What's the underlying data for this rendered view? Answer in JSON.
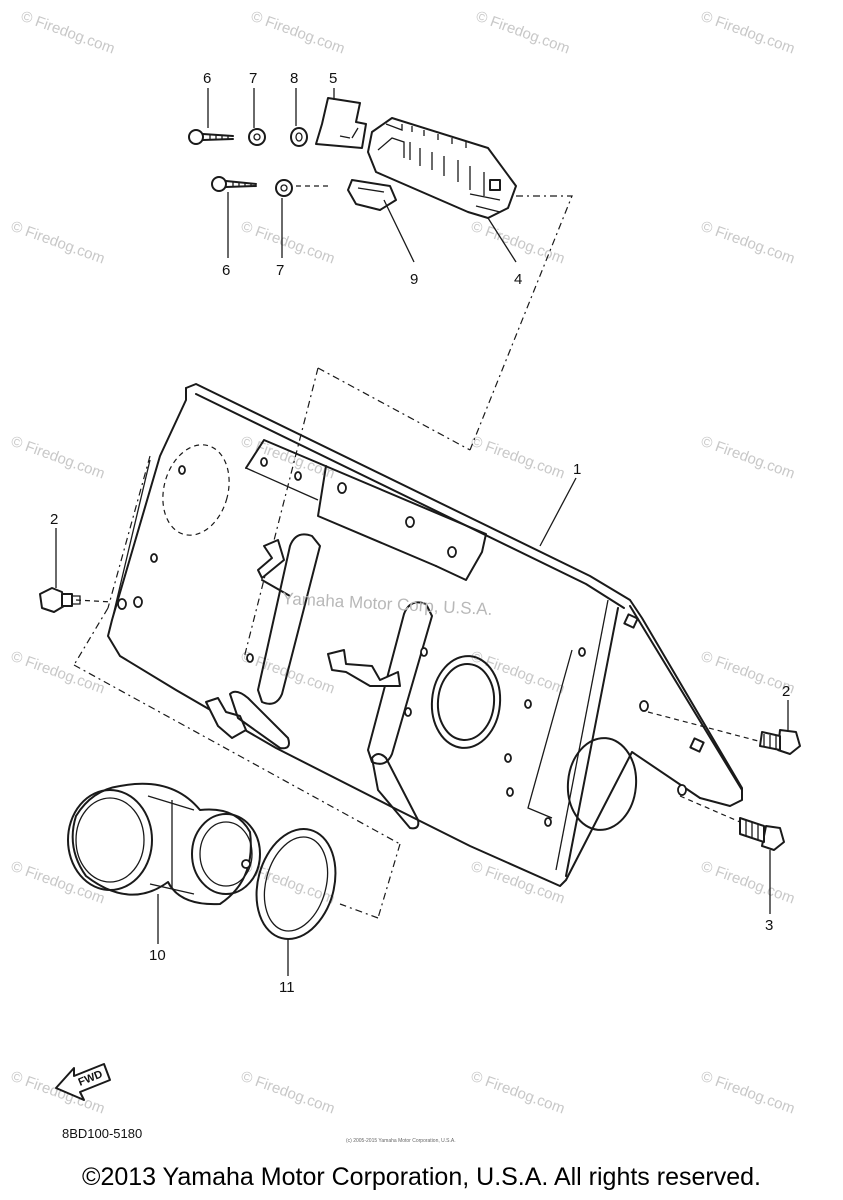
{
  "callouts": {
    "n1": "1",
    "n2a": "2",
    "n2b": "2",
    "n3": "3",
    "n4": "4",
    "n5": "5",
    "n6a": "6",
    "n6b": "6",
    "n7a": "7",
    "n7b": "7",
    "n8": "8",
    "n9": "9",
    "n10": "10",
    "n11": "11"
  },
  "watermark": "© Firedog.com",
  "center_watermark": "Yamaha Motor Corp, U.S.A.",
  "fwd_label": "FWD",
  "diagram_code": "8BD100-5180",
  "tiny_credit": "(c) 2005-2015 Yamaha Motor Corporation, U.S.A.",
  "copyright": "©2013 Yamaha Motor Corporation, U.S.A. All rights reserved.",
  "colors": {
    "line": "#1a1a1a",
    "watermark": "#c8c8c8",
    "background": "#ffffff"
  }
}
